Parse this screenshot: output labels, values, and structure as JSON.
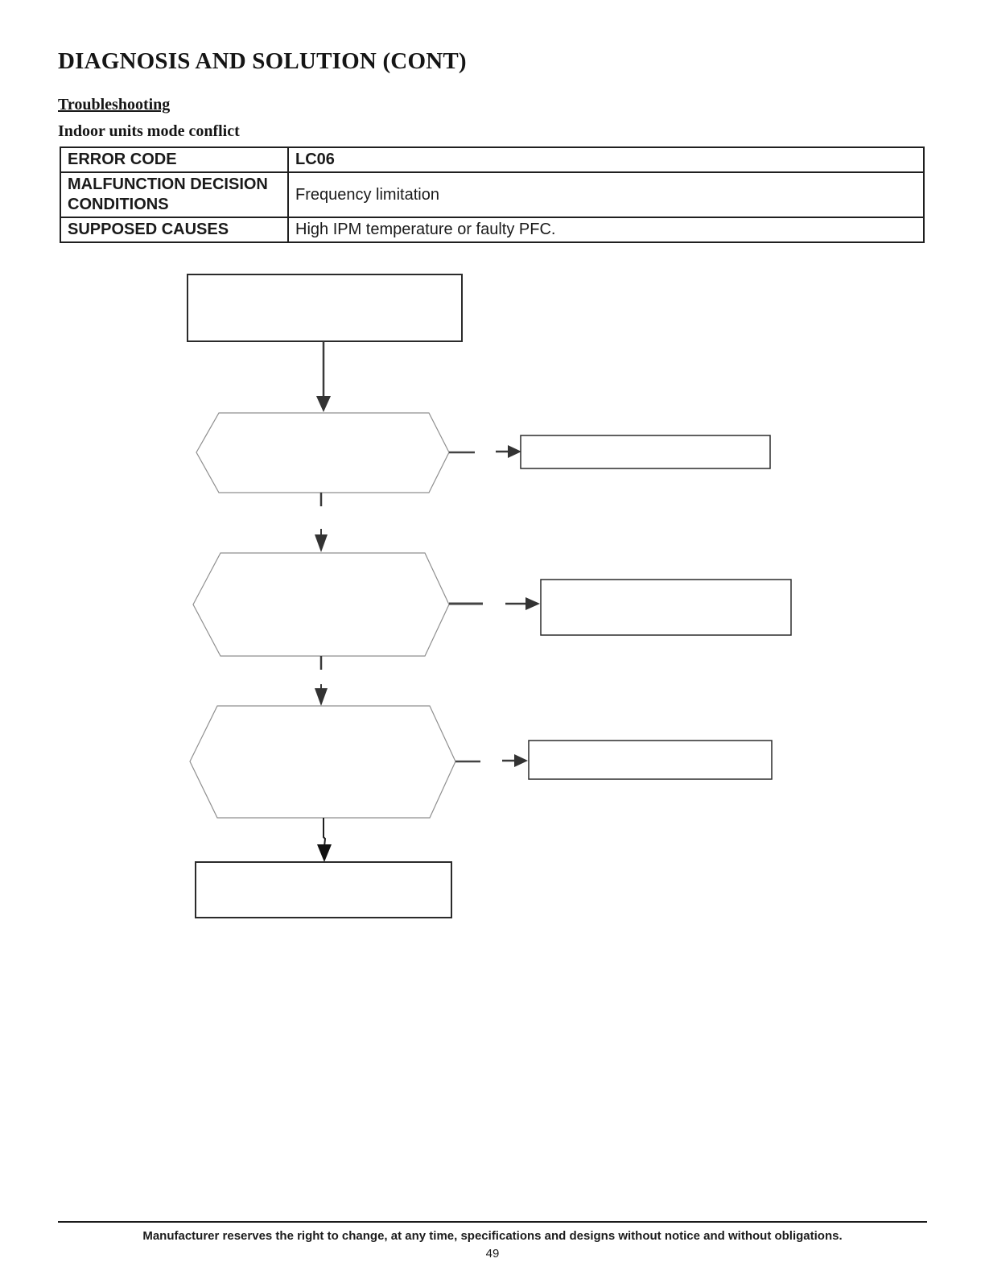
{
  "page": {
    "title": "DIAGNOSIS AND SOLUTION (CONT)",
    "section": "Troubleshooting",
    "subsection": "Indoor units mode conflict",
    "footer_note": "Manufacturer reserves the right to change, at any time, specifications and designs without notice and without obligations.",
    "page_number": "49"
  },
  "table": {
    "rows": [
      {
        "label": "ERROR CODE",
        "value": "LC06"
      },
      {
        "label": "MALFUNCTION DECISION CONDITIONS",
        "value": "Frequency limitation"
      },
      {
        "label": "SUPPOSED CAUSES",
        "value": "High IPM temperature or faulty PFC."
      }
    ]
  },
  "flowchart": {
    "nodes": [
      {
        "id": "start-box",
        "type": "process",
        "label": ""
      },
      {
        "id": "decision-1",
        "type": "decision",
        "label": ""
      },
      {
        "id": "result-1",
        "type": "process",
        "label": ""
      },
      {
        "id": "decision-2",
        "type": "decision",
        "label": ""
      },
      {
        "id": "result-2",
        "type": "process",
        "label": ""
      },
      {
        "id": "decision-3",
        "type": "decision",
        "label": ""
      },
      {
        "id": "result-3",
        "type": "process",
        "label": ""
      },
      {
        "id": "end-box",
        "type": "process",
        "label": ""
      }
    ]
  },
  "colors": {
    "ink": "#1f1f1f",
    "box_border": "#2b2b2b",
    "hexagon_border": "#8f8f8f",
    "arrow": "#3a3a3a"
  }
}
